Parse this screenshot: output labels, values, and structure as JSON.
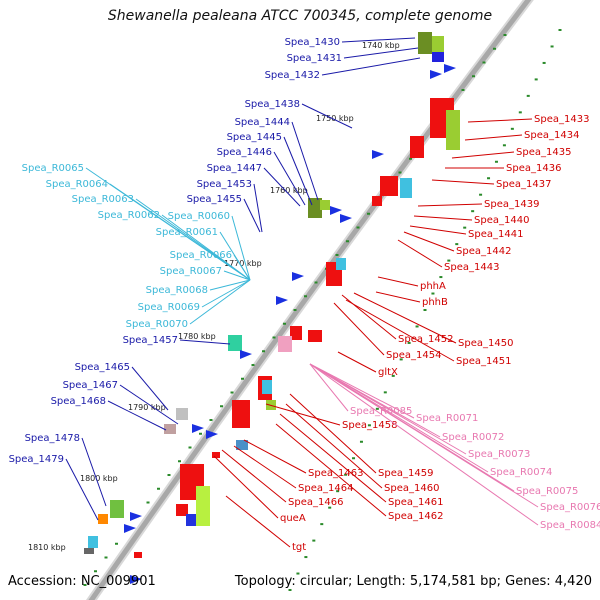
{
  "title": "Shewanella pealeana ATCC 700345, complete genome",
  "footer": {
    "accession": "Accession: NC_009901",
    "summary": "Topology: circular; Length: 5,174,581 bp; Genes: 4,420"
  },
  "colors": {
    "plus_label": "#1a1aa8",
    "minus_label": "#d00000",
    "trna_label": "#3cb8d8",
    "rrna_label": "#e878b0",
    "backbone": "#a8a8a8"
  },
  "kbp_ticks": [
    "1740 kbp",
    "1750 kbp",
    "1760 kbp",
    "1770 kbp",
    "1780 kbp",
    "1790 kbp",
    "1800 kbp",
    "1810 kbp"
  ],
  "left_labels": [
    "Spea_1430",
    "Spea_1431",
    "Spea_1432",
    "Spea_1438",
    "Spea_1444",
    "Spea_1445",
    "Spea_1446",
    "Spea_1447",
    "Spea_1453",
    "Spea_1455",
    "Spea_1457",
    "Spea_1465",
    "Spea_1467",
    "Spea_1468",
    "Spea_1478",
    "Spea_1479"
  ],
  "trna_labels": [
    "Spea_R0065",
    "Spea_R0064",
    "Spea_R0063",
    "Spea_R0062",
    "Spea_R0060",
    "Spea_R0061",
    "Spea_R0066",
    "Spea_R0067",
    "Spea_R0068",
    "Spea_R0069",
    "Spea_R0070"
  ],
  "right_labels": [
    "Spea_1433",
    "Spea_1434",
    "Spea_1435",
    "Spea_1436",
    "Spea_1437",
    "Spea_1439",
    "Spea_1440",
    "Spea_1441",
    "Spea_1442",
    "Spea_1443",
    "phhA",
    "phhB",
    "Spea_1452",
    "Spea_1450",
    "Spea_1454",
    "Spea_1451",
    "gltX",
    "Spea_1458",
    "Spea_1459",
    "Spea_1460",
    "Spea_1461",
    "Spea_1462",
    "Spea_1463",
    "Spea_1464",
    "Spea_1466",
    "queA",
    "tgt"
  ],
  "rrna_labels": [
    "Spea_R0085",
    "Spea_R0071",
    "Spea_R0072",
    "Spea_R0073",
    "Spea_R0074",
    "Spea_R0075",
    "Spea_R0076",
    "Spea_R0084"
  ]
}
